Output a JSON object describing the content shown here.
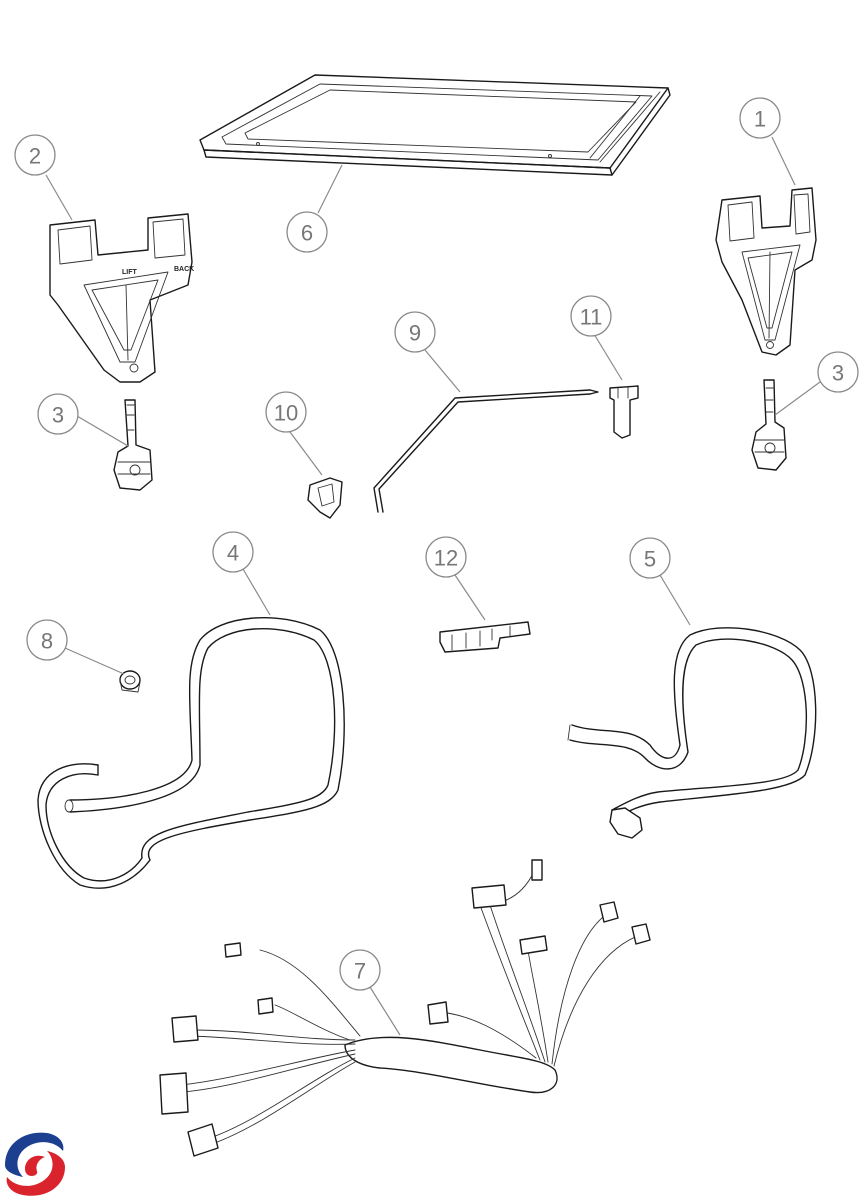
{
  "callouts": [
    {
      "id": "1",
      "label": "1"
    },
    {
      "id": "2",
      "label": "2"
    },
    {
      "id": "3a",
      "label": "3"
    },
    {
      "id": "3b",
      "label": "3"
    },
    {
      "id": "4",
      "label": "4"
    },
    {
      "id": "5",
      "label": "5"
    },
    {
      "id": "6",
      "label": "6"
    },
    {
      "id": "7",
      "label": "7"
    },
    {
      "id": "8",
      "label": "8"
    },
    {
      "id": "9",
      "label": "9"
    },
    {
      "id": "10",
      "label": "10"
    },
    {
      "id": "11",
      "label": "11"
    },
    {
      "id": "12",
      "label": "12"
    }
  ],
  "bracket_markings": {
    "lift": "LIFT",
    "back": "BACK"
  },
  "logo": {
    "colors": {
      "blue": "#1d3f8f",
      "red": "#d9232d"
    }
  }
}
